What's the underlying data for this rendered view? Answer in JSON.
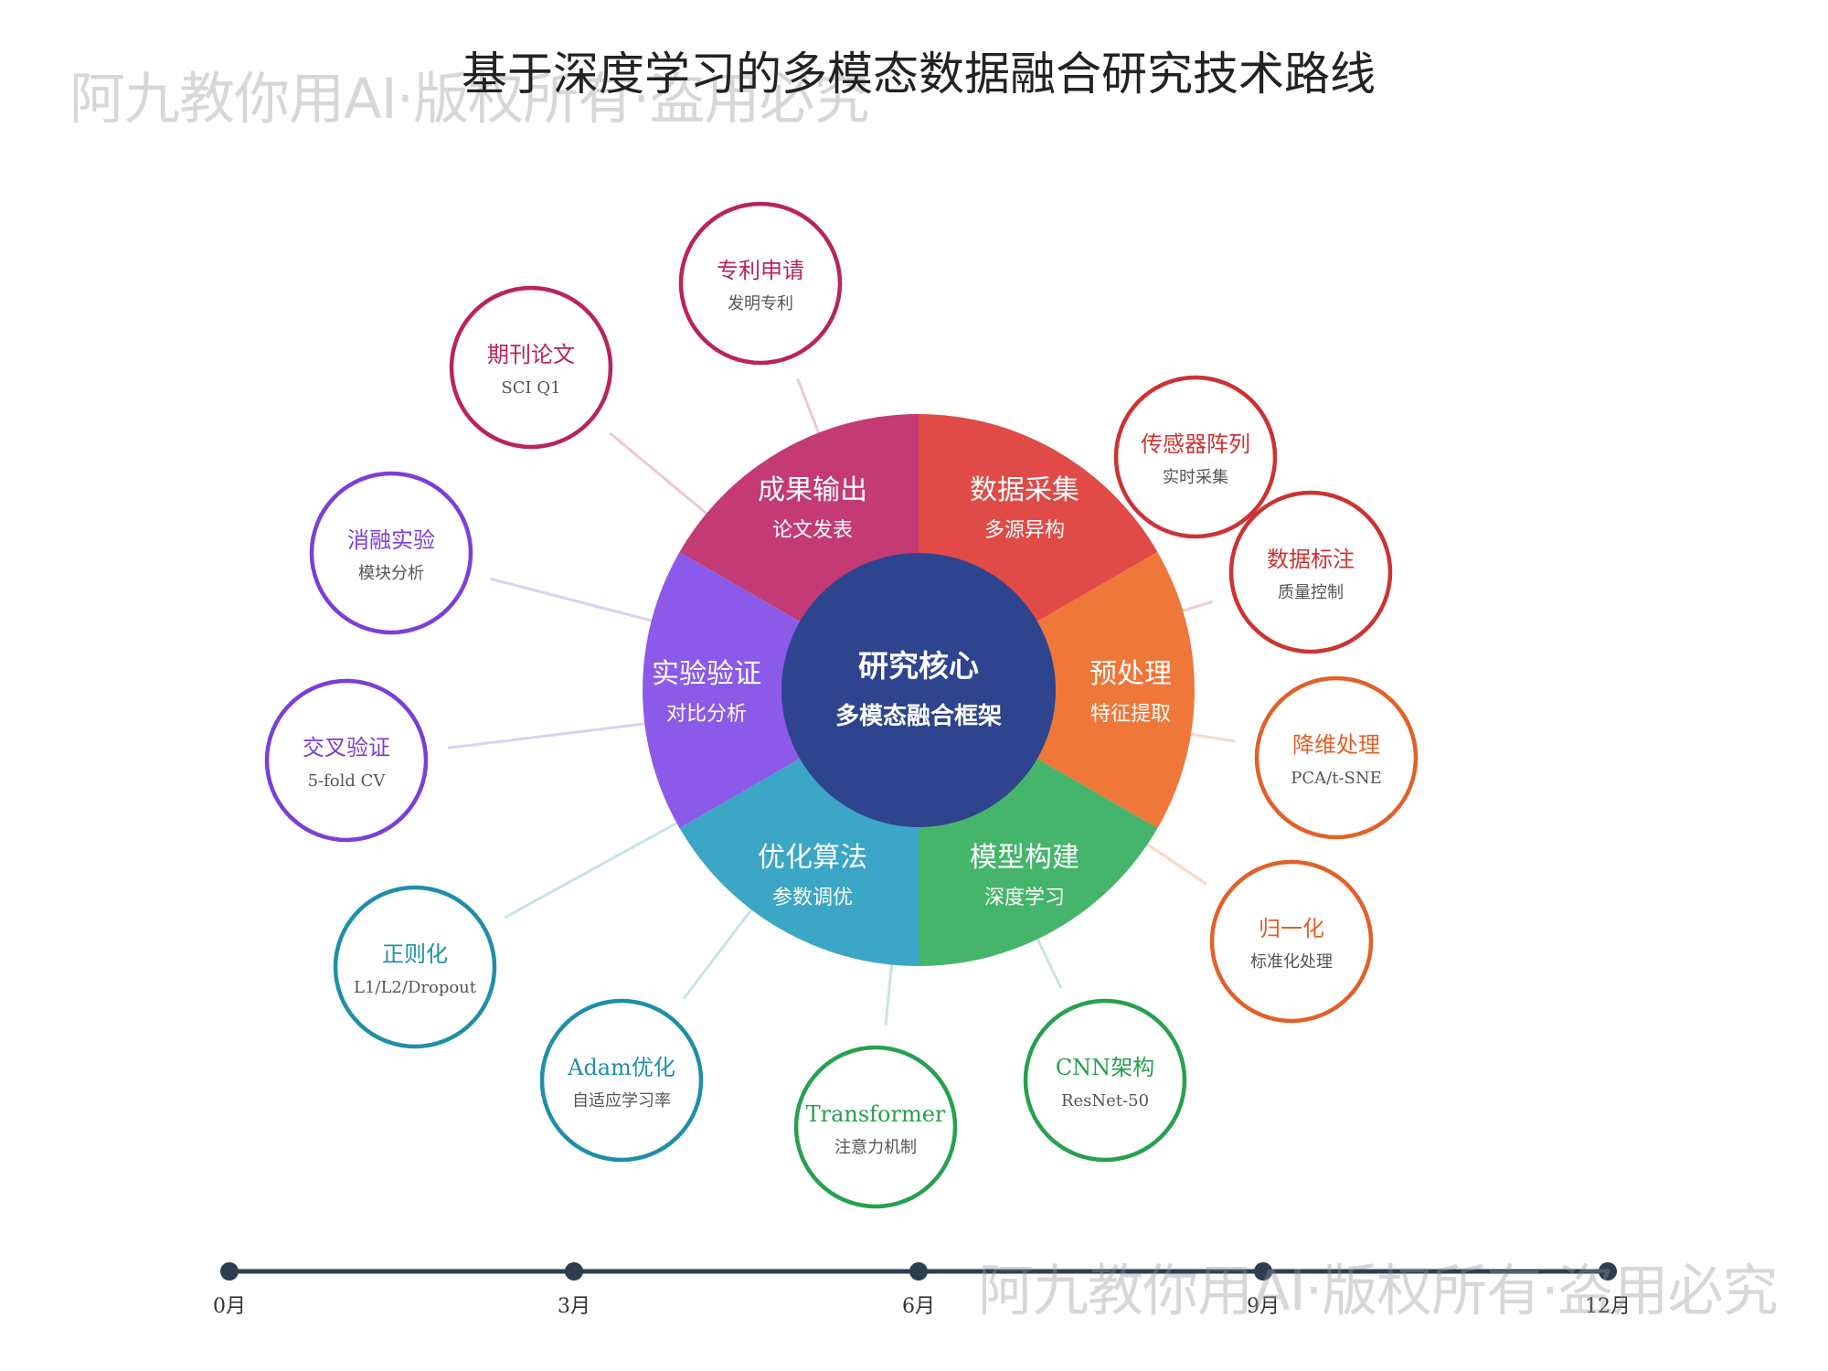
{
  "title": "基于深度学习的多模态数据融合研究技术路线",
  "watermark": "阿九教你用AI·版权所有·盗用必究",
  "center": {
    "title": "研究核心",
    "subtitle": "多模态融合框架",
    "color": "#2e448f"
  },
  "segments": [
    {
      "title": "数据采集",
      "subtitle": "多源异构",
      "color": "#e04b47"
    },
    {
      "title": "预处理",
      "subtitle": "特征提取",
      "color": "#ef773a"
    },
    {
      "title": "模型构建",
      "subtitle": "深度学习",
      "color": "#45b56b"
    },
    {
      "title": "优化算法",
      "subtitle": "参数调优",
      "color": "#3ba6c5"
    },
    {
      "title": "实验验证",
      "subtitle": "对比分析",
      "color": "#8c5ae8"
    },
    {
      "title": "成果输出",
      "subtitle": "论文发表",
      "color": "#c43a74"
    }
  ],
  "nodes": [
    {
      "title": "专利申请",
      "subtitle": "发明专利",
      "color": "#b8245e"
    },
    {
      "title": "期刊论文",
      "subtitle": "SCI Q1",
      "color": "#b8245e"
    },
    {
      "title": "消融实验",
      "subtitle": "模块分析",
      "color": "#7b3fd6"
    },
    {
      "title": "交叉验证",
      "subtitle": "5-fold CV",
      "color": "#7b3fd6"
    },
    {
      "title": "正则化",
      "subtitle": "L1/L2/Dropout",
      "color": "#1f8fa8"
    },
    {
      "title": "Adam优化",
      "subtitle": "自适应学习率",
      "color": "#1f8fa8"
    },
    {
      "title": "Transformer",
      "subtitle": "注意力机制",
      "color": "#27a04f"
    },
    {
      "title": "CNN架构",
      "subtitle": "ResNet-50",
      "color": "#27a04f"
    },
    {
      "title": "归一化",
      "subtitle": "标准化处理",
      "color": "#e0612a"
    },
    {
      "title": "降维处理",
      "subtitle": "PCA/t-SNE",
      "color": "#e0612a"
    },
    {
      "title": "数据标注",
      "subtitle": "质量控制",
      "color": "#cc3333"
    },
    {
      "title": "传感器阵列",
      "subtitle": "实时采集",
      "color": "#cc3333"
    }
  ],
  "timeline": {
    "ticks": [
      "0月",
      "3月",
      "6月",
      "9月",
      "12月"
    ],
    "color": "#2d3e50"
  }
}
